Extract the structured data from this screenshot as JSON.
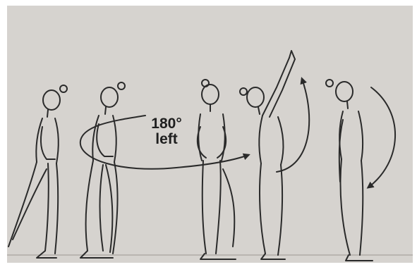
{
  "figure": {
    "annotation": {
      "line1": "180°",
      "line2": "left"
    },
    "figure_count": 5,
    "colors": {
      "paper": "#d6d3cf",
      "ink": "#2a2a2a",
      "background": "#ffffff"
    }
  }
}
